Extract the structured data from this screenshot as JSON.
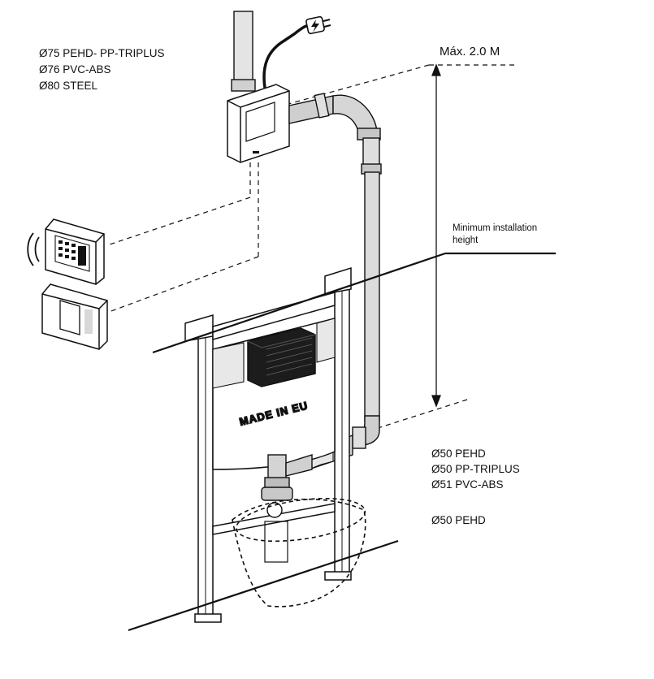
{
  "labels": {
    "top_pipe_specs": [
      "Ø75 PEHD- PP-TRIPLUS",
      "Ø76 PVC-ABS",
      "Ø80 STEEL"
    ],
    "max_height": "Máx. 2.0 M",
    "min_install": [
      "Minimum installation",
      "height"
    ],
    "tank_text": "MADE IN EU",
    "side_pipe_specs": [
      "Ø50 PEHD",
      "Ø50 PP-TRIPLUS",
      "Ø51 PVC-ABS"
    ],
    "bottom_pipe_spec": "Ø50 PEHD"
  },
  "icons": {
    "plug": "power-plug-icon",
    "wireless": "wireless-signal-icon"
  },
  "colors": {
    "line": "#111111",
    "component_fill": "#ffffff",
    "shade": "#d9d9d9",
    "module_dark": "#1c1c1c"
  }
}
